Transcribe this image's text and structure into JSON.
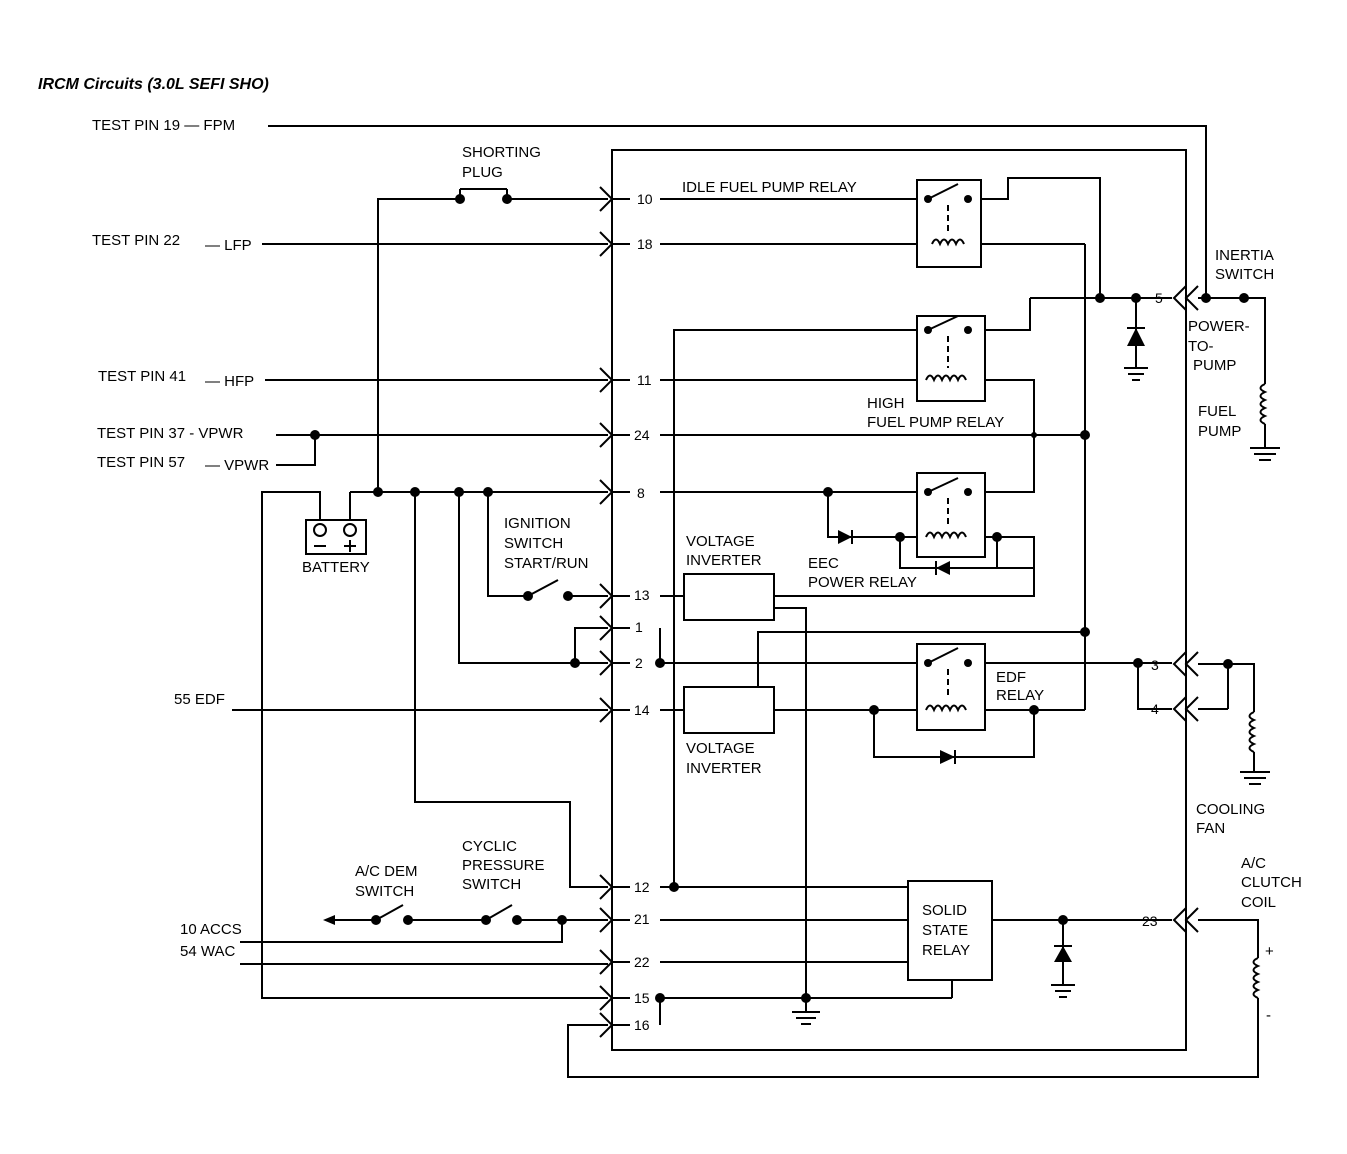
{
  "title": "IRCM Circuits (3.0L SEFI SHO)",
  "labels": {
    "test_pin_19": "TEST PIN 19 — FPM",
    "test_pin_22": "TEST PIN 22",
    "lfp": "— LFP",
    "test_pin_41": "TEST PIN 41",
    "hfp": "— HFP",
    "test_pin_37": "TEST PIN 37 - VPWR",
    "test_pin_57": "TEST PIN 57",
    "vpwr": "— VPWR",
    "edf_55": "55 EDF",
    "accs_10": "10 ACCS",
    "wac_54": "54 WAC",
    "shorting_plug_1": "SHORTING",
    "shorting_plug_2": "PLUG",
    "battery": "BATTERY",
    "ign_1": "IGNITION",
    "ign_2": "SWITCH",
    "ign_3": "START/RUN",
    "ac_dem_1": "A/C DEM",
    "ac_dem_2": "SWITCH",
    "cyc_1": "CYCLIC",
    "cyc_2": "PRESSURE",
    "cyc_3": "SWITCH",
    "idle_relay": "IDLE FUEL PUMP RELAY",
    "high_relay_1": "HIGH",
    "high_relay_2": "FUEL  PUMP RELAY",
    "vi1_1": "VOLTAGE",
    "vi1_2": "INVERTER",
    "eec_1": "EEC",
    "eec_2": "POWER RELAY",
    "edf_relay_1": "EDF",
    "edf_relay_2": "RELAY",
    "vi2_1": "VOLTAGE",
    "vi2_2": "INVERTER",
    "ssr_1": "SOLID",
    "ssr_2": "STATE",
    "ssr_3": "RELAY",
    "inertia_1": "INERTIA",
    "inertia_2": "SWITCH",
    "ptp_1": "POWER-",
    "ptp_2": "TO-",
    "ptp_3": "PUMP",
    "fuel_pump_1": "FUEL",
    "fuel_pump_2": "PUMP",
    "cooling_1": "COOLING",
    "cooling_2": "FAN",
    "ac_clutch_1": "A/C",
    "ac_clutch_2": "CLUTCH",
    "ac_clutch_3": "COIL",
    "plus": "+",
    "minus": "-"
  },
  "pins": {
    "p10": "10",
    "p18": "18",
    "p11": "11",
    "p24": "24",
    "p8": "8",
    "p13": "13",
    "p1": "1",
    "p2": "2",
    "p14": "14",
    "p12": "12",
    "p21": "21",
    "p22": "22",
    "p15": "15",
    "p16": "16",
    "p5": "5",
    "p3": "3",
    "p4": "4",
    "p23": "23"
  }
}
